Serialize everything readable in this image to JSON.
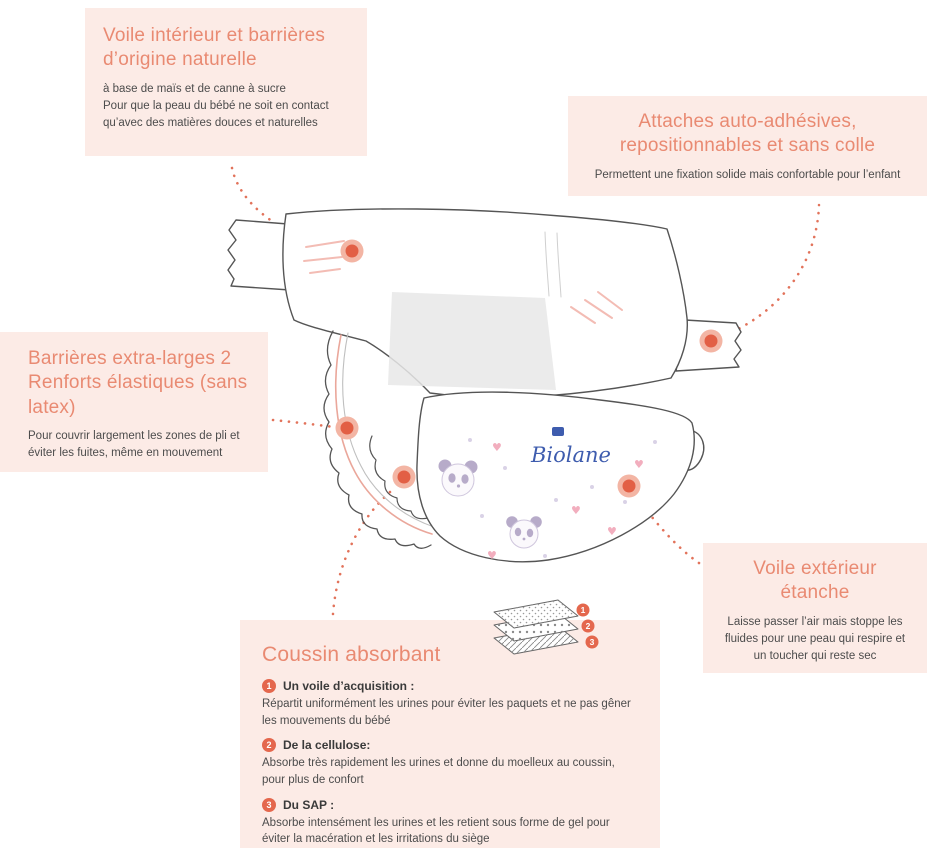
{
  "colors": {
    "box_bg": "#fcebe6",
    "heading": "#e98a72",
    "marker": "#e4674d",
    "marker_halo": "#f3b5a4",
    "leader_dots": "#e2735b",
    "body_text": "#4c4c4c",
    "brand_blue": "#3e5cae"
  },
  "callouts": {
    "natural_veil": {
      "title": "Voile intérieur et barrières d’origine naturelle",
      "lines": [
        "à base de maïs et de canne à sucre",
        "Pour que la peau du bébé ne soit en contact",
        "qu’avec des matières douces et naturelles"
      ]
    },
    "adhesive_tabs": {
      "title": "Attaches auto-adhésives, repositionnables et sans colle",
      "body": "Permettent une fixation solide mais confortable pour l’enfant"
    },
    "elastic_barriers": {
      "title": "Barrières extra-larges 2 Renforts élastiques (sans latex)",
      "body": "Pour couvrir largement les zones de pli et éviter les fuites, même en mouvement"
    },
    "outer_veil": {
      "title": "Voile extérieur étanche",
      "body": "Laisse passer l’air mais stoppe les fluides pour une peau qui respire et un toucher qui reste sec"
    },
    "absorbent_core": {
      "title": "Coussin absorbant",
      "items": [
        {
          "num": "1",
          "label": "Un voile d’acquisition :",
          "desc": "Répartit uniformément les urines pour éviter les paquets et ne pas gêner les mouvements du bébé"
        },
        {
          "num": "2",
          "label": "De la cellulose:",
          "desc": "Absorbe très rapidement les urines et donne du moelleux au coussin, pour plus de confort"
        },
        {
          "num": "3",
          "label": "Du SAP :",
          "desc": "Absorbe intensément les urines et les retient sous forme de gel pour éviter la macération et les irritations du siège"
        }
      ]
    }
  },
  "illustration": {
    "brand": "Biolane"
  }
}
